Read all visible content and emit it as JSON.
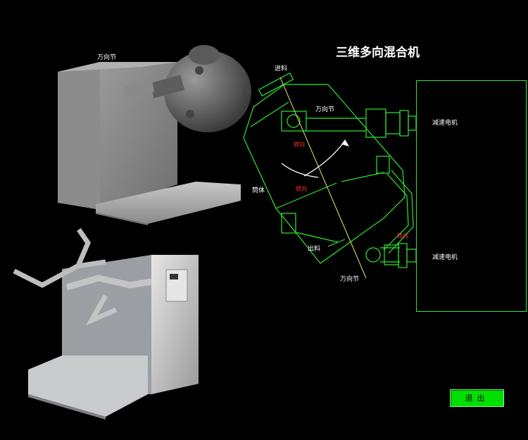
{
  "title": "三维多向混合机",
  "labels": {
    "top_photo_joint": "万向节",
    "feed": "进料",
    "upper_joint": "万向节",
    "drum": "筒体",
    "discharge": "出料",
    "lower_joint": "万向节",
    "motor_upper": "减速电机",
    "motor_lower": "减速电机"
  },
  "rotation_labels": {
    "upper": "转向",
    "middle": "转向",
    "lower": "转向"
  },
  "buttons": {
    "exit": "退出"
  },
  "colors": {
    "wireframe": "#2ee82e",
    "axis": "#e8e86a",
    "rotation": "#ff3030",
    "button": "#00e000"
  }
}
